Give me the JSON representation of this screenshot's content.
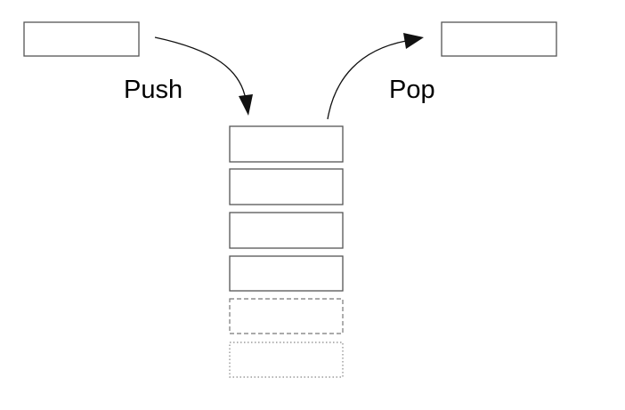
{
  "labels": {
    "push": "Push",
    "pop": "Pop"
  },
  "stack": {
    "solid_slots": 4,
    "dashed_slots": 1,
    "dotted_slots": 1
  },
  "colors": {
    "box_stroke": "#555555",
    "arrow": "#111111",
    "text": "#000000",
    "background": "#ffffff"
  }
}
